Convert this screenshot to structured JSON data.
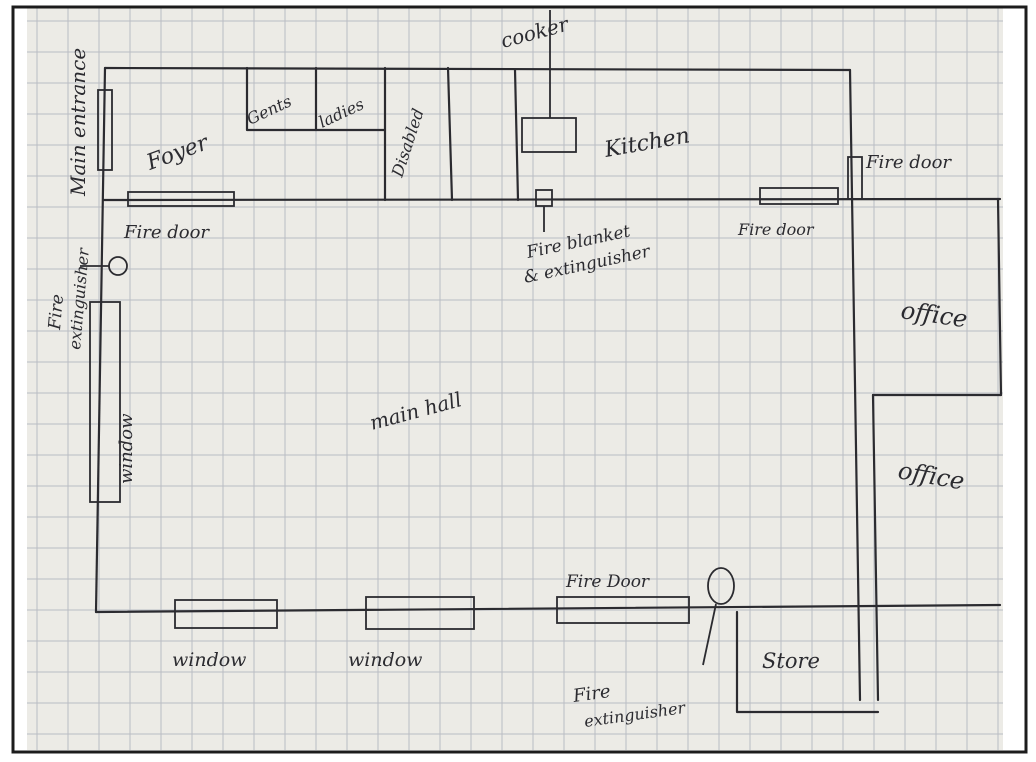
{
  "labels": {
    "main_entrance": "Main entrance",
    "foyer": "Foyer",
    "gents": "Gents",
    "ladies": "ladies",
    "disabled": "Disabled",
    "cooker": "cooker",
    "kitchen": "Kitchen",
    "fire_door_top_right": "Fire door",
    "fire_door_foyer": "Fire door",
    "fire_door_kitchen": "Fire door",
    "fire_blanket_line1": "Fire blanket",
    "fire_blanket_line2": "& extinguisher",
    "fire_extinguisher_left_line1": "Fire",
    "fire_extinguisher_left_line2": "extinguisher",
    "office_top": "office",
    "office_bottom": "office",
    "main_hall": "main hall",
    "window_left": "window",
    "window_bottom_1": "window",
    "window_bottom_2": "window",
    "fire_door_bottom": "Fire Door",
    "store": "Store",
    "fire_extinguisher_bottom_line1": "Fire",
    "fire_extinguisher_bottom_line2": "extinguisher"
  },
  "colors": {
    "ink": "#2b2b30",
    "paper": "#ecebe6",
    "grid": "#b9bcc4",
    "frame": "#1c1c1c"
  }
}
